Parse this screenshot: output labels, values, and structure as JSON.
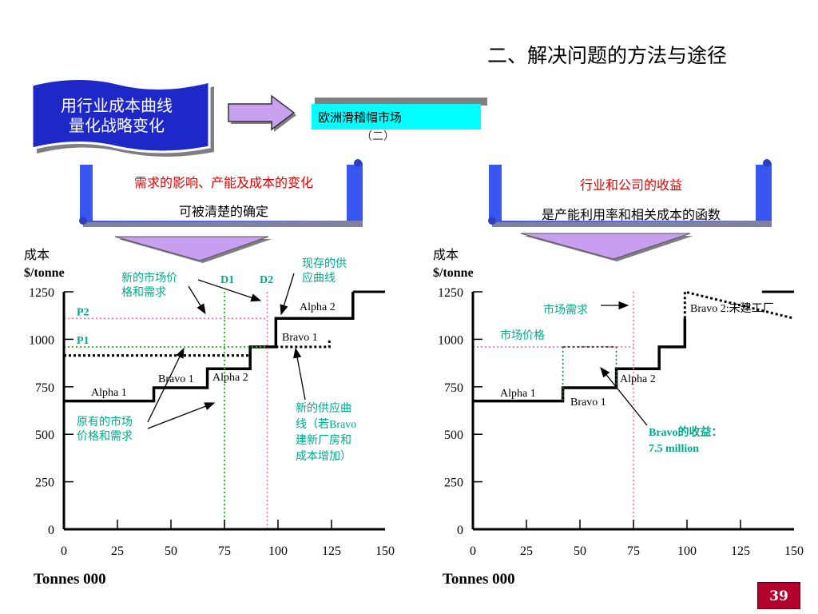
{
  "slide": {
    "title": "二、解决问题的方法与途径",
    "banner_text": "用行业成本曲线量化战略变化",
    "banner_lines": [
      "用行业成本曲线",
      "量化战略变化"
    ],
    "market_box": "欧洲滑稽帽市场",
    "market_sub": "（二）",
    "page_number": "39"
  },
  "scrolls": [
    {
      "title": "需求的影响、产能及成本的变化",
      "subtitle": "可被清楚的确定"
    },
    {
      "title": "行业和公司的收益",
      "subtitle": "是产能利用率和相关成本的函数"
    }
  ],
  "colors": {
    "green_line": "#00cc00",
    "pink_line": "#ff66aa",
    "annotation_teal": "#00aa88",
    "scroll_blue": "#3a56f0"
  },
  "chart_data": [
    {
      "type": "step",
      "ylabel_lines": [
        "成本",
        "$/tonne"
      ],
      "xlabel": "Tonnes 000",
      "xlim": [
        0,
        150
      ],
      "ylim": [
        0,
        1250
      ],
      "x_ticks": [
        0,
        25,
        50,
        75,
        100,
        125,
        150
      ],
      "y_ticks": [
        0,
        250,
        500,
        750,
        1000,
        1250
      ],
      "series": [
        {
          "name": "现存的供应曲线",
          "style": "solid",
          "x": [
            0,
            42,
            42,
            67,
            67,
            87,
            87,
            99,
            99,
            135,
            135
          ],
          "y": [
            675,
            675,
            745,
            745,
            845,
            845,
            960,
            960,
            1110,
            1110,
            1250
          ]
        },
        {
          "name": "新的供应曲线（若Bravo建新厂房和成本增加）",
          "style": "dotted",
          "x": [
            0,
            87,
            87,
            99,
            99,
            124,
            124
          ],
          "y": [
            915,
            915,
            960,
            960,
            960,
            960,
            1000
          ]
        },
        {
          "name": "D1",
          "style": "dotted-green",
          "x": [
            75,
            75
          ],
          "y": [
            0,
            1250
          ]
        },
        {
          "name": "D2",
          "style": "dotted-pink",
          "x": [
            95,
            95
          ],
          "y": [
            0,
            1250
          ]
        },
        {
          "name": "P1",
          "style": "dotted-green-h",
          "x": [
            0,
            95
          ],
          "y": [
            960,
            960
          ]
        },
        {
          "name": "P2",
          "style": "dotted-pink-h",
          "x": [
            0,
            95
          ],
          "y": [
            1110,
            1110
          ]
        }
      ],
      "labels": {
        "p2": "P2",
        "p1": "P1",
        "d1": "D1",
        "d2": "D2",
        "new_market_price": [
          "新的市场价",
          "格和需求"
        ],
        "existing_supply": [
          "现存的供",
          "应曲线"
        ],
        "original_market": [
          "原有的市场",
          "价格和需求"
        ],
        "new_supply_text": [
          "新的供应曲",
          "线（若Bravo",
          "建新厂房和",
          "成本增加）"
        ],
        "alpha2_top": "Alpha 2",
        "bravo1_top": "Bravo 1",
        "alpha1": "Alpha 1",
        "bravo1_mid": "Bravo 1",
        "alpha2_mid": "Alpha 2"
      }
    },
    {
      "type": "step",
      "ylabel_lines": [
        "成本",
        "$/tonne"
      ],
      "xlabel": "Tonnes 000",
      "xlim": [
        0,
        150
      ],
      "ylim": [
        0,
        1250
      ],
      "x_ticks": [
        0,
        25,
        50,
        75,
        100,
        125,
        150
      ],
      "y_ticks": [
        0,
        250,
        500,
        750,
        1000,
        1250
      ],
      "series": [
        {
          "name": "供应曲线",
          "style": "solid",
          "x": [
            0,
            42,
            42,
            67,
            67,
            87,
            87,
            99,
            99
          ],
          "y": [
            675,
            675,
            745,
            745,
            845,
            845,
            960,
            960,
            1110
          ]
        },
        {
          "name": "Bravo 2:未建工厂",
          "style": "dotted",
          "x": [
            99,
            99,
            150
          ],
          "y": [
            1110,
            1250,
            1110
          ]
        },
        {
          "name": "市场需求",
          "style": "dotted-pink",
          "x": [
            75,
            75
          ],
          "y": [
            0,
            1250
          ]
        },
        {
          "name": "市场价格",
          "style": "dotted-pink-h",
          "x": [
            0,
            75
          ],
          "y": [
            960,
            960
          ]
        }
      ],
      "labels": {
        "market_demand": "市场需求",
        "market_price": "市场价格",
        "bravo2": "Bravo 2:未建工厂",
        "alpha1": "Alpha 1",
        "bravo1": "Bravo 1",
        "alpha2": "Alpha 2",
        "bravo_revenue": [
          "Bravo的收益：",
          "7.5 million"
        ]
      }
    }
  ]
}
